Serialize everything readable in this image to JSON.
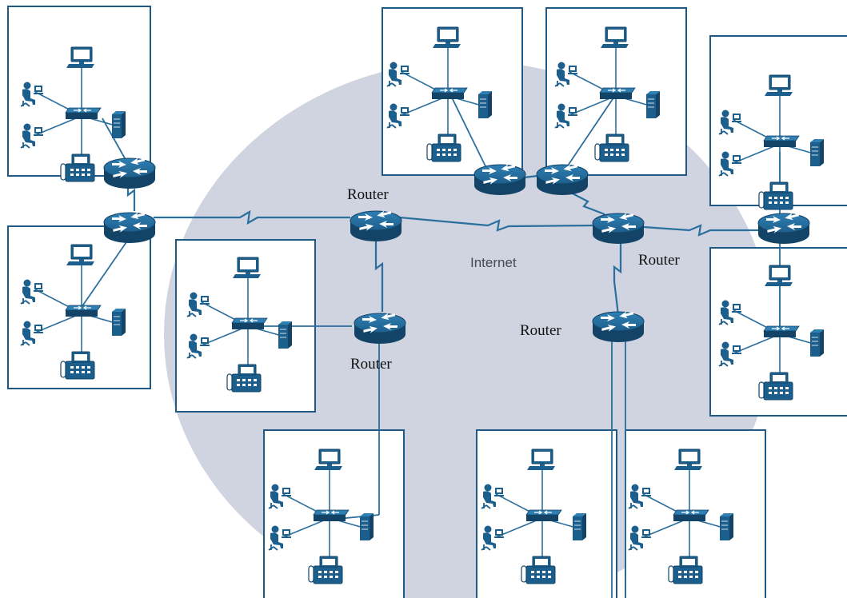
{
  "colors": {
    "device": "#1d5f8c",
    "device_dark": "#134467",
    "link": "#2a6f9e",
    "cloud": "#d0d3e0",
    "box_border": "#1f5a86",
    "background": "#ffffff"
  },
  "labels": {
    "internet": "Internet",
    "router_top": "Router",
    "router_left": "Router",
    "router_right": "Router",
    "router_bottom": "Router"
  },
  "icons": [
    "router-icon",
    "switch-icon",
    "computer-icon",
    "user-workstation-icon",
    "ip-phone-icon",
    "server-icon"
  ],
  "lans": [
    "lan-top-left",
    "lan-mid-left",
    "lan-center-left",
    "lan-top-center-1",
    "lan-top-center-2",
    "lan-top-right",
    "lan-right",
    "lan-bottom-1",
    "lan-bottom-2",
    "lan-bottom-3"
  ]
}
